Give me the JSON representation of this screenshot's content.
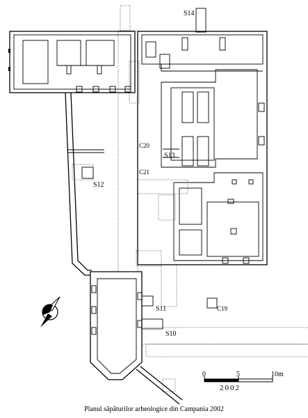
{
  "labels": {
    "s14": "S14",
    "s13": "S13",
    "s12": "S12",
    "s11": "S11",
    "s10": "S10",
    "c19": "C19",
    "c20": "C20",
    "c21": "C21"
  },
  "scale": {
    "tick0": "0",
    "tick5": "5",
    "tick10": "10m",
    "year": "2002"
  },
  "caption": "Planul săpăturilor arheologice din Campania 2002"
}
